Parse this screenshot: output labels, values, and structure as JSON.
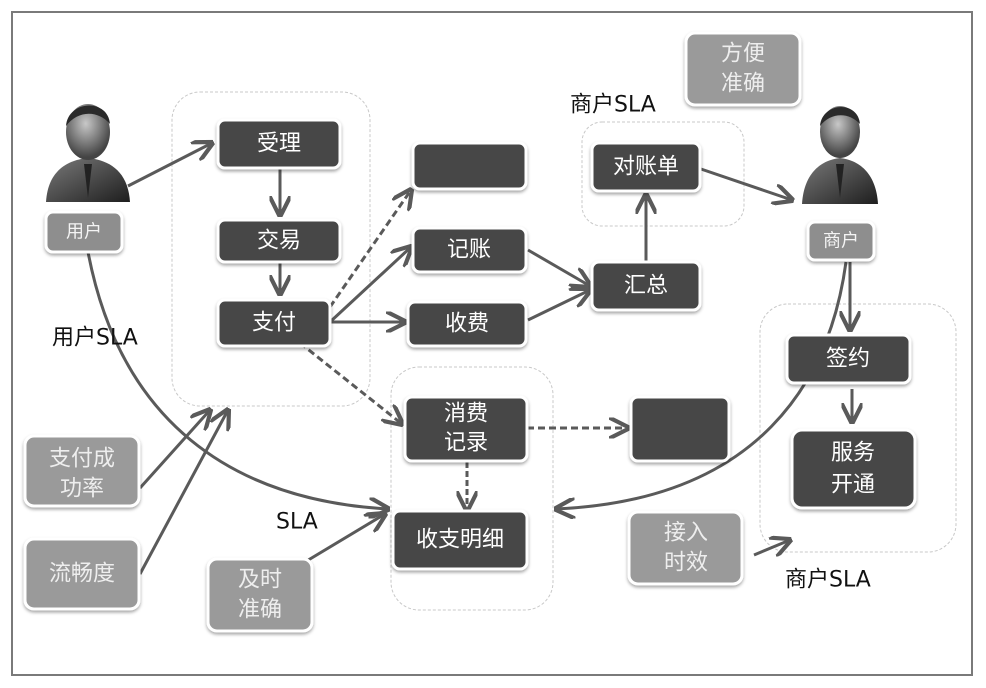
{
  "colors": {
    "node_fill": "#474747",
    "metric_fill": "#9a9a9a",
    "actor_label_fill": "#8e8e8e",
    "arrow": "#5a5a5a",
    "group_border": "#c8c8c8"
  },
  "actors": {
    "user": {
      "label": "用户"
    },
    "merchant": {
      "label": "商户"
    }
  },
  "nodes": {
    "accept": "受理",
    "trade": "交易",
    "pay": "支付",
    "blank_top": "",
    "bookkeeping": "记账",
    "fee": "收费",
    "summary": "汇总",
    "statement": "对账单",
    "consume_record_line1": "消费",
    "consume_record_line2": "记录",
    "blank_mid": "",
    "income_detail": "收支明细",
    "sign": "签约",
    "service_open_line1": "服务",
    "service_open_line2": "开通"
  },
  "metrics": {
    "convenient_accurate_line1": "方便",
    "convenient_accurate_line2": "准确",
    "pay_success_line1": "支付成",
    "pay_success_line2": "功率",
    "fluency": "流畅度",
    "timely_accurate_line1": "及时",
    "timely_accurate_line2": "准确",
    "access_timeliness_line1": "接入",
    "access_timeliness_line2": "时效"
  },
  "labels": {
    "user_sla": "用户SLA",
    "sla": "SLA",
    "merchant_sla_top": "商户SLA",
    "merchant_sla_bottom": "商户SLA"
  }
}
